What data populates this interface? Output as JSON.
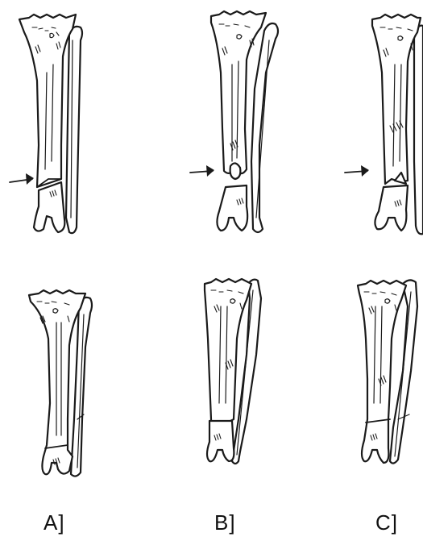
{
  "labels": {
    "a": "A]",
    "b": "B]",
    "c": "C]"
  },
  "colors": {
    "ink": "#1a1a1a",
    "background": "#ffffff"
  }
}
